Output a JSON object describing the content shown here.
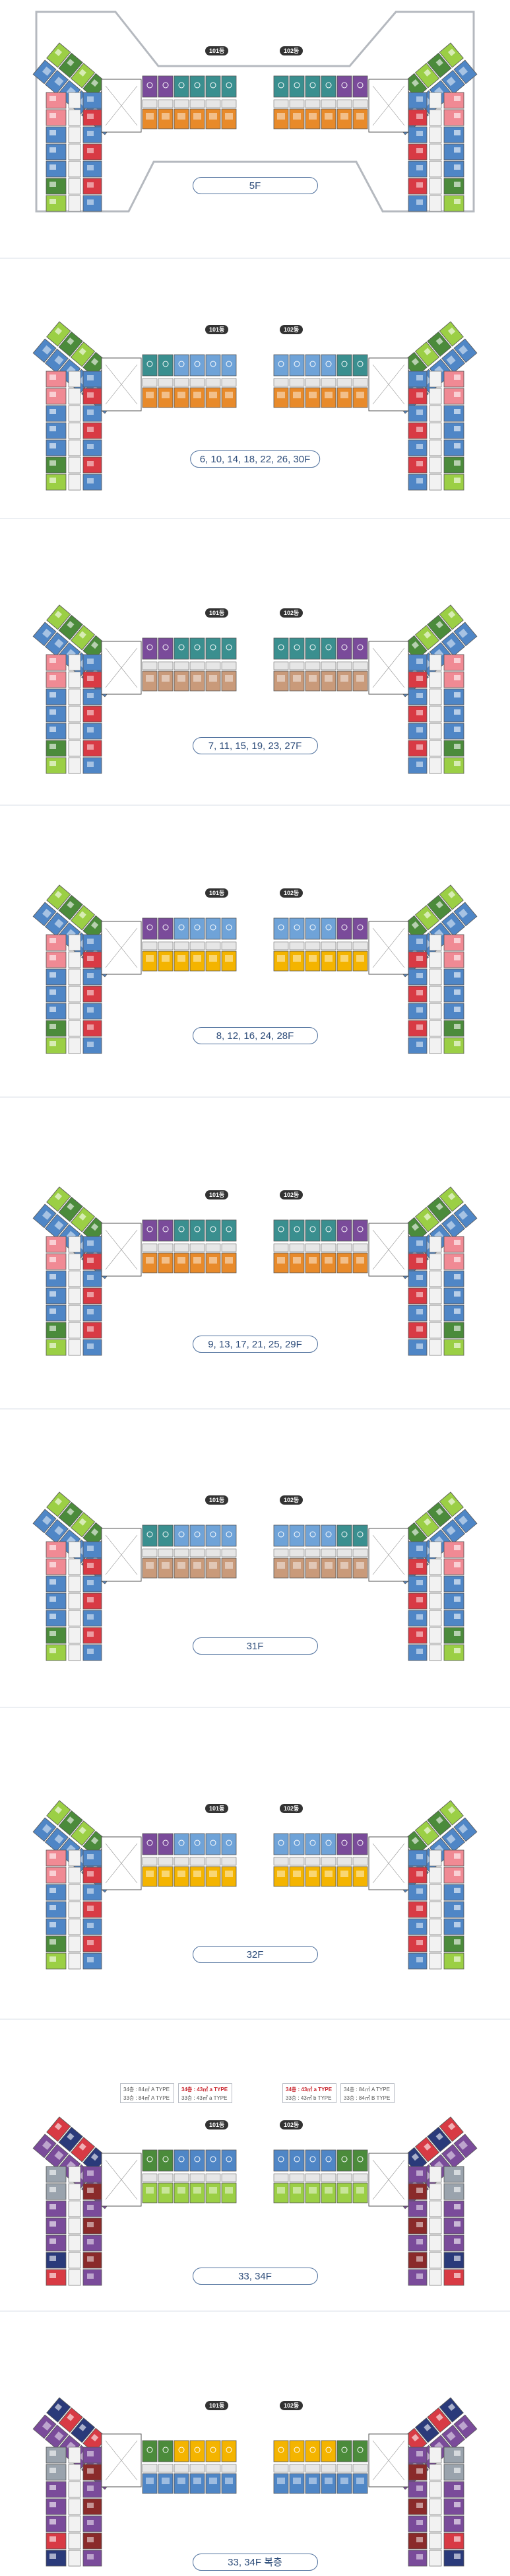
{
  "floors": [
    {
      "id": "f5",
      "label": "5F",
      "buildings": [
        "101동",
        "102동"
      ]
    },
    {
      "id": "f6",
      "label": "6, 10, 14, 18, 22, 26, 30F",
      "buildings": [
        "101동",
        "102동"
      ]
    },
    {
      "id": "f7",
      "label": "7, 11, 15, 19, 23, 27F",
      "buildings": [
        "101동",
        "102동"
      ]
    },
    {
      "id": "f8",
      "label": "8, 12, 16, 24, 28F",
      "buildings": [
        "101동",
        "102동"
      ]
    },
    {
      "id": "f9",
      "label": "9, 13, 17, 21, 25, 29F",
      "buildings": [
        "101동",
        "102동"
      ]
    },
    {
      "id": "f31",
      "label": "31F",
      "buildings": [
        "101동",
        "102동"
      ]
    },
    {
      "id": "f32",
      "label": "32F",
      "buildings": [
        "101동",
        "102동"
      ]
    },
    {
      "id": "f33",
      "label": "33, 34F",
      "buildings": [
        "101동",
        "102동"
      ],
      "legend_left": [
        {
          "text": "34층 : 84㎡ A TYPE",
          "red": false
        },
        {
          "text": "33층 : 84㎡ A TYPE",
          "red": false
        }
      ],
      "legend_mid_left": [
        {
          "text": "34층 : 43㎡ a TYPE",
          "red": true
        },
        {
          "text": "33층 : 43㎡ a TYPE",
          "red": false
        }
      ],
      "legend_mid_right": [
        {
          "text": "34층 : 43㎡ a TYPE",
          "red": true
        },
        {
          "text": "33층 : 43㎡ b TYPE",
          "red": false
        }
      ],
      "legend_right": [
        {
          "text": "34층 : 84㎡ A TYPE",
          "red": false
        },
        {
          "text": "33층 : 84㎡ B TYPE",
          "red": false
        }
      ]
    },
    {
      "id": "f33dup",
      "label": "33, 34F 복층",
      "buildings": [
        "101동",
        "102동"
      ]
    }
  ],
  "colors": {
    "green_light": "#9bcf45",
    "green_dark": "#4b8b3b",
    "blue": "#4f86c6",
    "blue_light": "#6fa3d8",
    "pink": "#f08a94",
    "red": "#d83a44",
    "purple": "#7a4b9a",
    "teal": "#3a8f8f",
    "orange": "#e88a2a",
    "yellow": "#f4b400",
    "tan": "#c99a7a",
    "navy": "#2a3a7a",
    "grey": "#9aa3ad",
    "maroon": "#8a2a2a",
    "core": "#ffffff",
    "outline": "#555555"
  }
}
